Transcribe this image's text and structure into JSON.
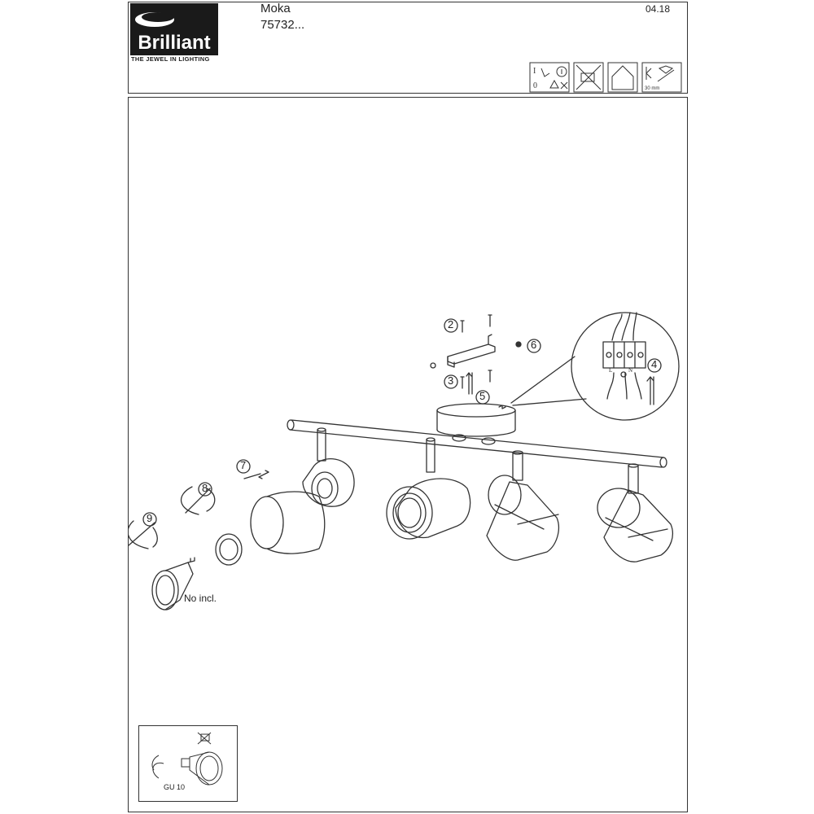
{
  "brand": {
    "name": "Brilliant",
    "tagline": "THE JEWEL IN LIGHTING"
  },
  "product": {
    "name": "Moka",
    "code": "75732..."
  },
  "document": {
    "date": "04.18"
  },
  "header_symbols": [
    "switch-off-warning-icon",
    "no-wet-install-icon",
    "indoor-use-house-icon",
    "min-distance-30mm-icon"
  ],
  "step_numbers": [
    "2",
    "3",
    "4",
    "5",
    "6",
    "7",
    "8",
    "9"
  ],
  "terminal_labels": [
    "L",
    "N"
  ],
  "parts": {
    "bulb_note": "No incl.",
    "bulb_type": "GU 10"
  },
  "colors": {
    "line": "#333333",
    "background": "#ffffff",
    "logo_bg": "#1a1a1a"
  }
}
